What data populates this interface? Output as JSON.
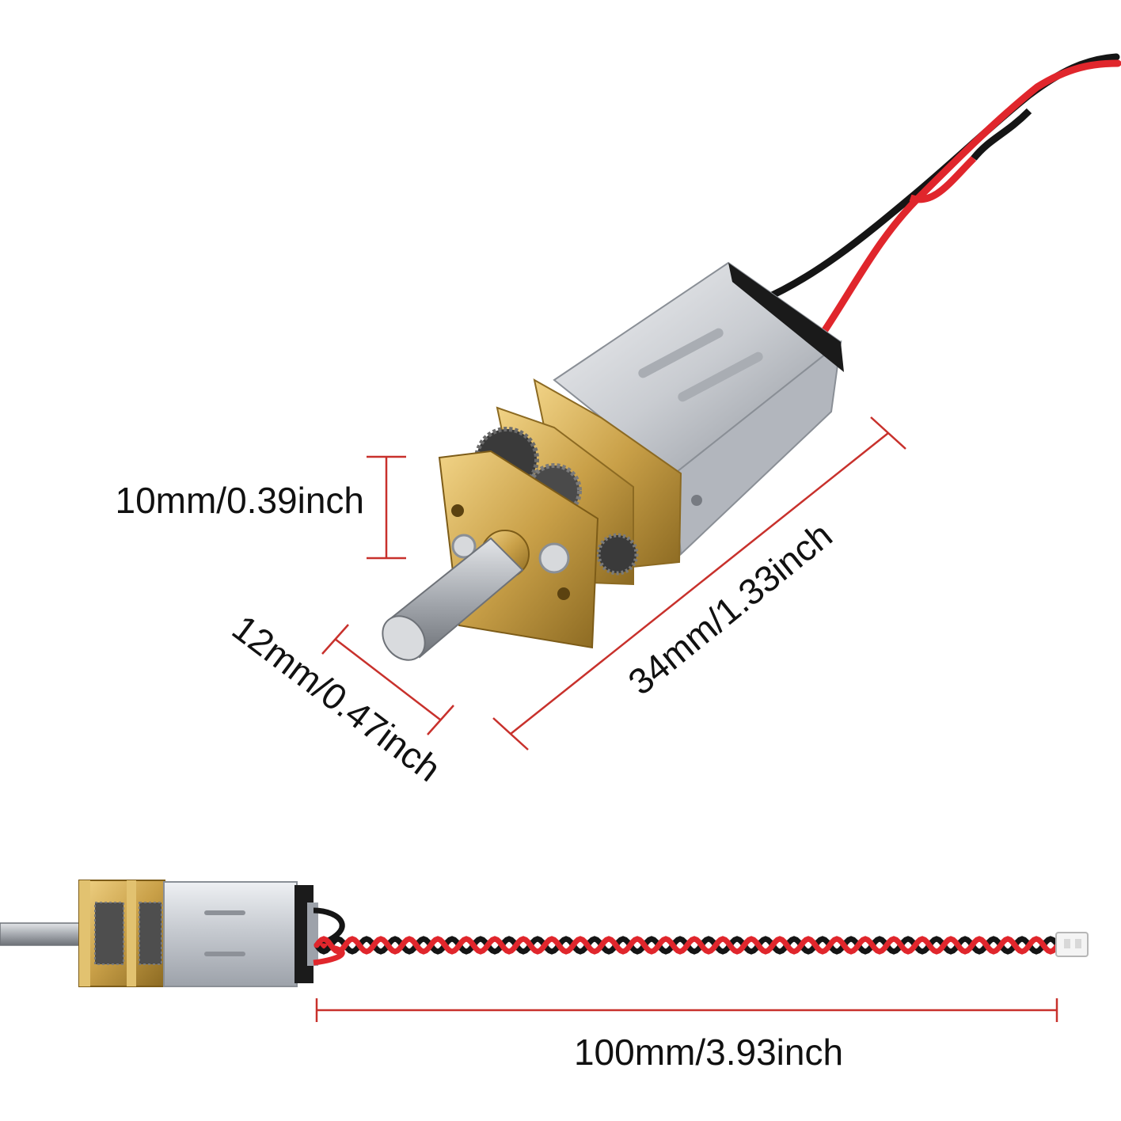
{
  "product": {
    "name": "micro metal gear motor with twisted lead wires and connector",
    "colors": {
      "gearbox_brass": "#c9a048",
      "motor_silver": "#c9ccd1",
      "wire_red": "#e0262c",
      "wire_black": "#151515",
      "dimension_line": "#c8312c",
      "label_text": "#111111"
    }
  },
  "dimensions": {
    "gearbox_height": "10mm/0.39inch",
    "shaft_length": "12mm/0.47inch",
    "motor_length": "34mm/1.33inch",
    "wire_length": "100mm/3.93inch"
  }
}
